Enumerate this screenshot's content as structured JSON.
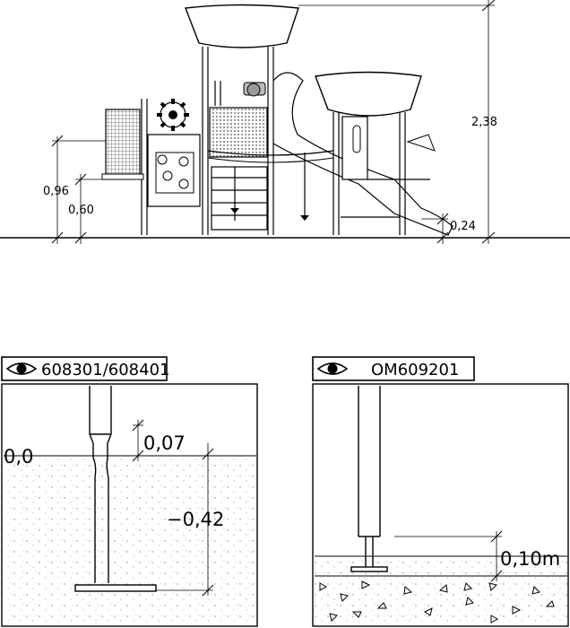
{
  "elevation": {
    "dimensions": {
      "total_height": "2,38",
      "platform_high": "0,96",
      "platform_low": "0,60",
      "slide_exit": "0,24"
    }
  },
  "detail_left": {
    "tag": "608301/608401",
    "icon": "eye-icon",
    "labels": {
      "ground_level": "0,0",
      "offset_top": "0,07",
      "depth": "−0,42"
    }
  },
  "detail_right": {
    "tag": "OM609201",
    "icon": "eye-icon",
    "labels": {
      "clearance": "0,10m"
    }
  }
}
